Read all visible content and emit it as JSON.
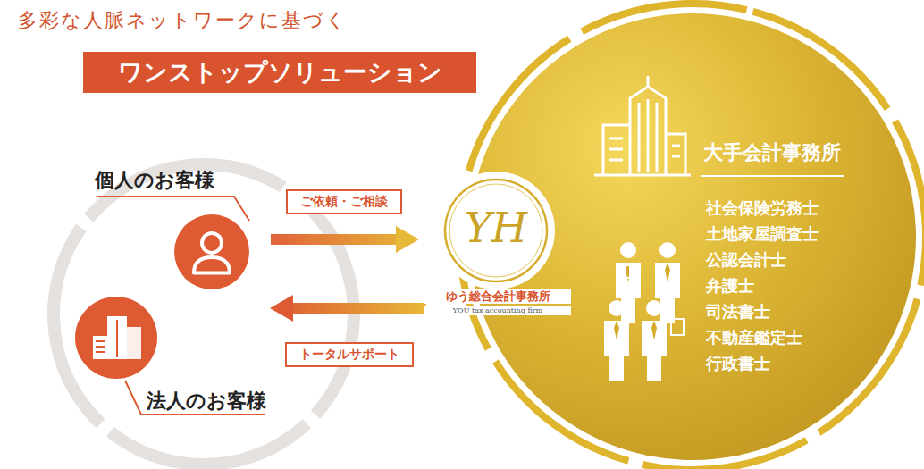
{
  "diagram": {
    "title": "多彩な人脈ネットワークに基づく",
    "nodes": [
      {
        "text": [
          "ワンストップソリューション"
        ]
      },
      {
        "text": [
          "個人のお客様"
        ]
      },
      {
        "text": [
          "法人のお客様"
        ]
      },
      {
        "text": [
          "YH",
          "ゆう総合会計事務所",
          "YOU tax accounting firm"
        ]
      },
      {
        "text": [
          "大手会計事務所",
          "社会保険労務士",
          "土地家屋調査士",
          "公認会計士",
          "弁護士",
          "司法書士",
          "不動産鑑定士",
          "行政書士"
        ]
      }
    ],
    "edges": [
      {
        "from": 1,
        "to": 3,
        "label": "ご依頼・ご相談",
        "arrow": "to"
      },
      {
        "from": 3,
        "to": 2,
        "label": "トータルサポート",
        "arrow": "to"
      }
    ]
  }
}
